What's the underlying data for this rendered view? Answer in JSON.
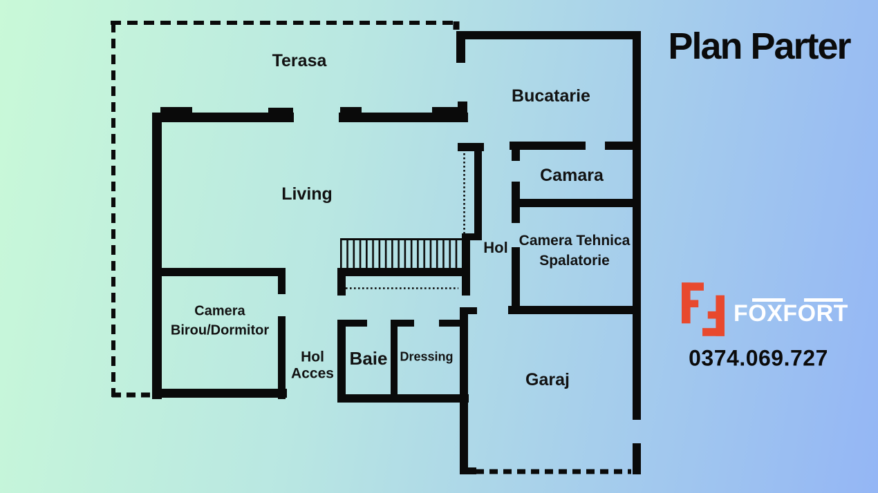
{
  "title": "Plan Parter",
  "rooms": {
    "terasa": {
      "label": "Terasa"
    },
    "bucatarie": {
      "label": "Bucatarie"
    },
    "living": {
      "label": "Living"
    },
    "camara": {
      "label": "Camara"
    },
    "hol": {
      "label": "Hol"
    },
    "camera_tehnica": {
      "label": "Camera Tehnica",
      "label2": "Spalatorie"
    },
    "camera_birou": {
      "label": "Camera",
      "label2": "Birou/Dormitor"
    },
    "hol_acces": {
      "label": "Hol",
      "label2": "Acces"
    },
    "baie": {
      "label": "Baie"
    },
    "dressing": {
      "label": "Dressing"
    },
    "garaj": {
      "label": "Garaj"
    }
  },
  "brand": {
    "name": "FOXFORT",
    "phone": "0374.069.727",
    "logo_red": "#E8492E",
    "logo_text_color": "#FFFFFF"
  },
  "colors": {
    "wall": "#0A0A0A",
    "label_text": "#121212",
    "background_left": "#C9F9D8",
    "background_right": "#94B6F5"
  }
}
